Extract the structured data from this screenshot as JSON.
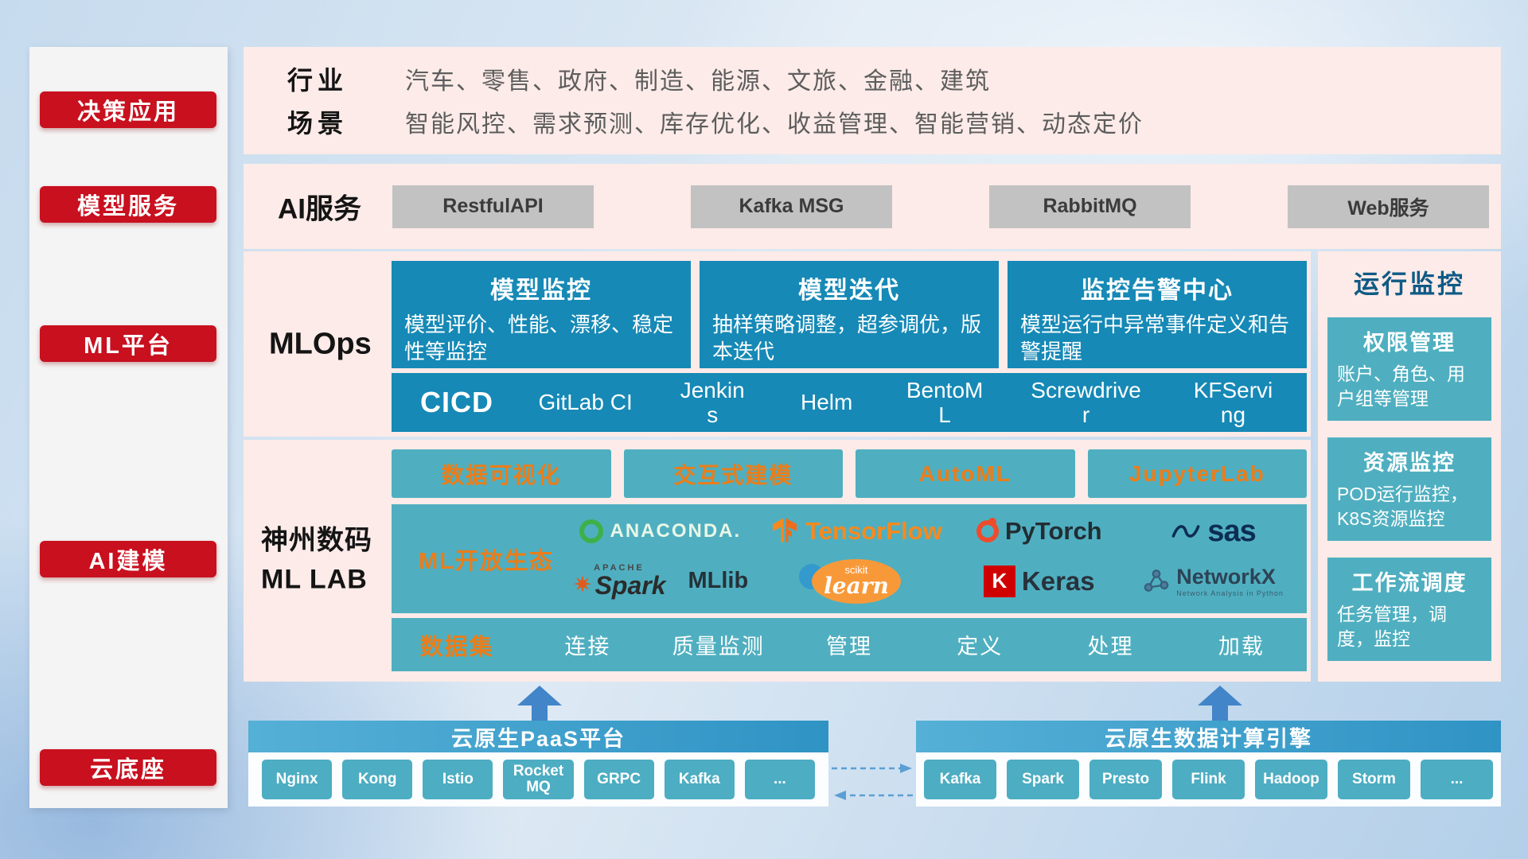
{
  "sidebar": {
    "items": [
      {
        "label": "决策应用"
      },
      {
        "label": "模型服务"
      },
      {
        "label": "ML平台"
      },
      {
        "label": "AI建模"
      },
      {
        "label": "云底座"
      }
    ]
  },
  "industry_panel": {
    "rows": [
      {
        "label": "行业",
        "text": "汽车、零售、政府、制造、能源、文旅、金融、建筑"
      },
      {
        "label": "场景",
        "text": "智能风控、需求预测、库存优化、收益管理、智能营销、动态定价"
      }
    ]
  },
  "ai_service_panel": {
    "label": "AI服务",
    "services": [
      "RestfulAPI",
      "Kafka MSG",
      "RabbitMQ",
      "Web服务"
    ]
  },
  "mlops_panel": {
    "label": "MLOps",
    "cards": [
      {
        "title": "模型监控",
        "desc": "模型评价、性能、漂移、稳定性等监控"
      },
      {
        "title": "模型迭代",
        "desc": "抽样策略调整，超参调优，版本迭代"
      },
      {
        "title": "监控告警中心",
        "desc": "模型运行中异常事件定义和告警提醒"
      }
    ],
    "cicd": {
      "label": "CICD",
      "tools": [
        "GitLab CI",
        "Jenkins",
        "Helm",
        "BentoML",
        "Screwdriver",
        "KFServing"
      ]
    }
  },
  "monitor_panel": {
    "title": "运行监控",
    "cards": [
      {
        "title": "权限管理",
        "desc": "账户、角色、用户组等管理"
      },
      {
        "title": "资源监控",
        "desc": "POD运行监控，K8S资源监控"
      },
      {
        "title": "工作流调度",
        "desc": "任务管理，调度，监控"
      }
    ]
  },
  "mllab_panel": {
    "label_line1": "神州数码",
    "label_line2": "ML LAB",
    "tools": [
      "数据可视化",
      "交互式建模",
      "AutoML",
      "JupyterLab"
    ],
    "ecosystem": {
      "label": "ML开放生态",
      "logos": {
        "anaconda": {
          "text": "ANACONDA."
        },
        "tensorflow": {
          "text": "TensorFlow"
        },
        "pytorch": {
          "text": "PyTorch"
        },
        "sas": {
          "text": "sas"
        },
        "spark": {
          "apache": "APACHE",
          "text": "Spark",
          "mllib": "MLlib"
        },
        "sklearn": {
          "top": "scikit",
          "text": "learn"
        },
        "keras": {
          "k": "K",
          "text": "Keras"
        },
        "networkx": {
          "text": "NetworkX",
          "sub": "Network Analysis in Python"
        }
      }
    },
    "dataset_row": {
      "label": "数据集",
      "items": [
        "连接",
        "质量监测",
        "管理",
        "定义",
        "处理",
        "加载"
      ]
    }
  },
  "bottom": {
    "paas": {
      "title": "云原生PaaS平台",
      "items": [
        "Nginx",
        "Kong",
        "Istio",
        "RocketMQ",
        "GRPC",
        "Kafka",
        "..."
      ]
    },
    "engine": {
      "title": "云原生数据计算引擎",
      "items": [
        "Kafka",
        "Spark",
        "Presto",
        "Flink",
        "Hadoop",
        "Storm",
        "..."
      ]
    }
  },
  "colors": {
    "red": "#c8101f",
    "pink_panel": "#fcebe8",
    "blue_card": "#1689b6",
    "teal": "#4fafc0",
    "orange": "#ea7d1a",
    "bottom_bar_blue": "#3d9dc9",
    "gray_button": "#c3c2c2",
    "arrow_blue": "#4285c8"
  }
}
